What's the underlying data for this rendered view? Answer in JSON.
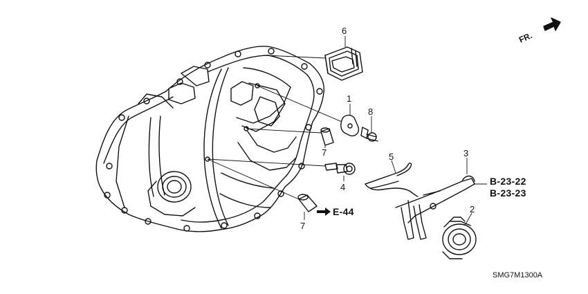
{
  "callouts": [
    {
      "id": "p6",
      "text": "6"
    },
    {
      "id": "p1",
      "text": "1"
    },
    {
      "id": "p8",
      "text": "8"
    },
    {
      "id": "p7a",
      "text": "7"
    },
    {
      "id": "p5",
      "text": "5"
    },
    {
      "id": "p3",
      "text": "3"
    },
    {
      "id": "p4",
      "text": "4"
    },
    {
      "id": "p2",
      "text": "2"
    },
    {
      "id": "p7b",
      "text": "7"
    }
  ],
  "references": {
    "b2322": "B-23-22",
    "b2323": "B-23-23",
    "e44": "E-44"
  },
  "direction_label": "FR.",
  "diagram_code": "SMG7M1300A"
}
